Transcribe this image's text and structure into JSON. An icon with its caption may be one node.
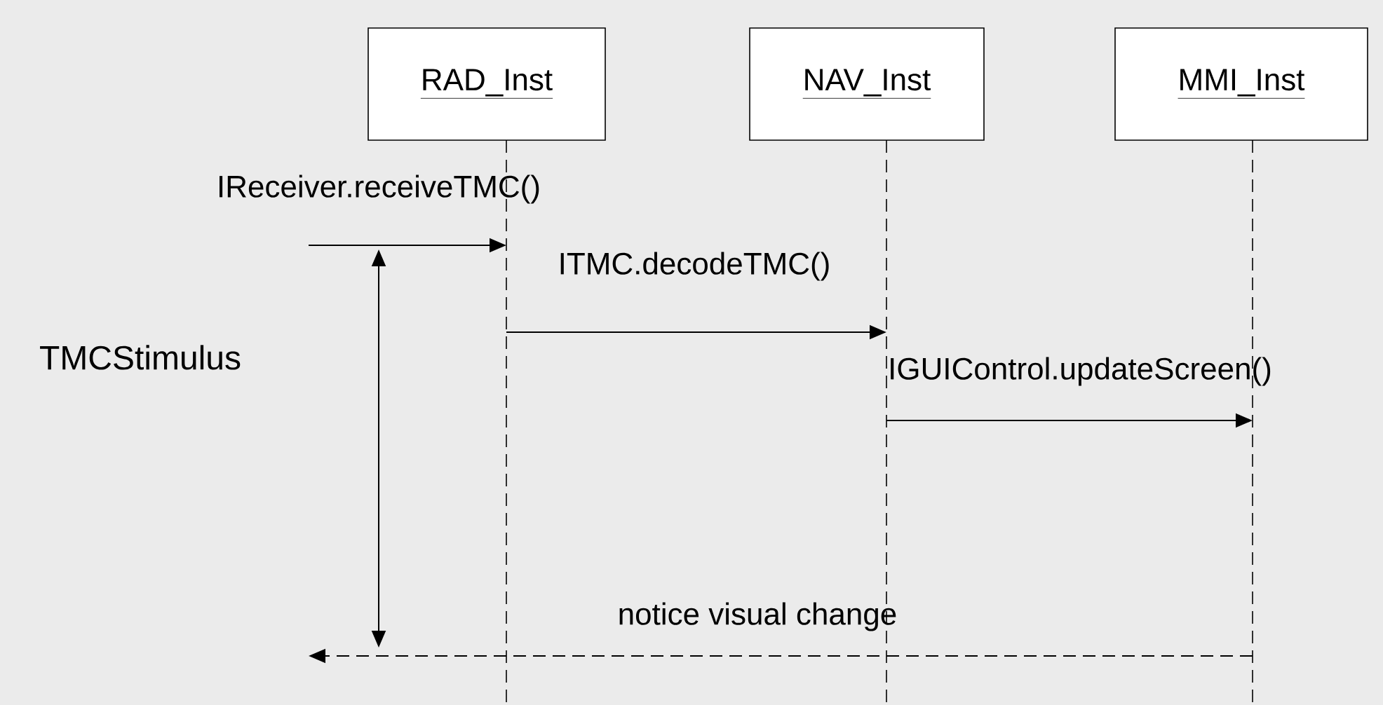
{
  "diagram": {
    "nodes": [
      {
        "text": [
          "RAD_Inst"
        ]
      },
      {
        "text": [
          "NAV_Inst"
        ]
      },
      {
        "text": [
          "MMI_Inst"
        ]
      }
    ],
    "edges": [
      {
        "from": null,
        "to": 0,
        "arrow": "to",
        "label": "IReceiver.receiveTMC()"
      },
      {
        "from": 0,
        "to": 1,
        "arrow": "to",
        "label": "ITMC.decodeTMC()"
      },
      {
        "from": 1,
        "to": 2,
        "arrow": "to",
        "label": "IGUIControl.updateScreen()"
      },
      {
        "from": 2,
        "to": null,
        "arrow": "to",
        "label": "notice visual change",
        "style": "dashed"
      }
    ],
    "labels": [
      "TMCStimulus"
    ]
  }
}
